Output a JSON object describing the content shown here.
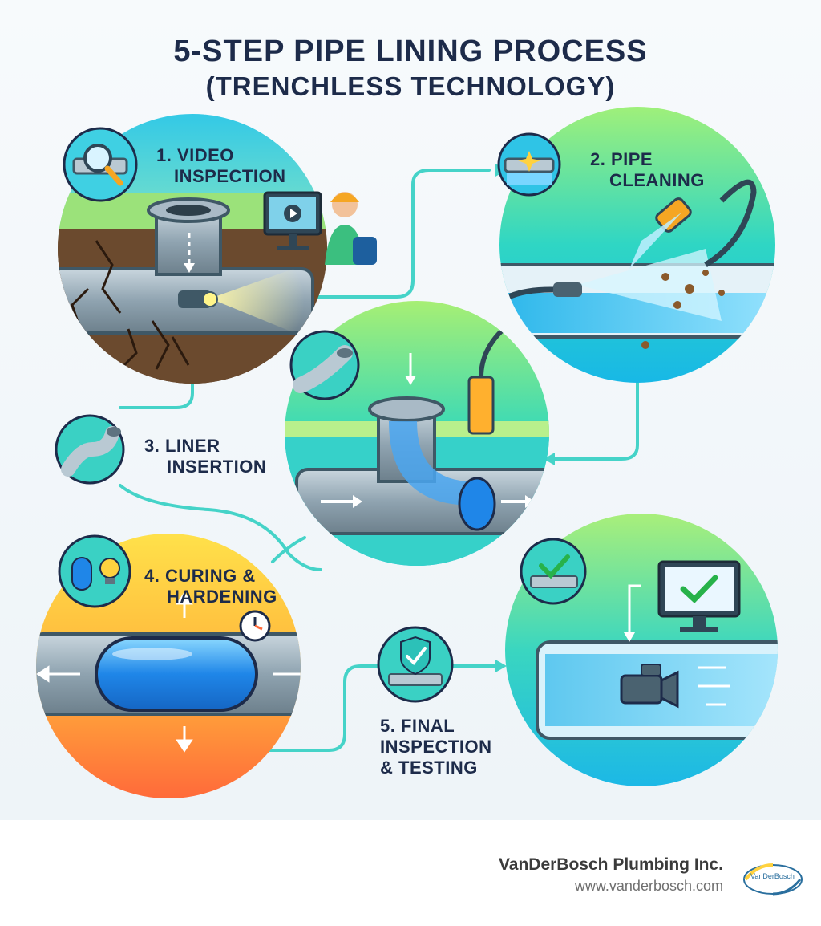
{
  "title": {
    "line1": "5-STEP PIPE LINING PROCESS",
    "line2": "(TRENCHLESS TECHNOLOGY)"
  },
  "steps": [
    {
      "line1": "1. VIDEO",
      "line2": "INSPECTION"
    },
    {
      "line1": "2. PIPE",
      "line2": "CLEANING"
    },
    {
      "line1": "3. LINER",
      "line2": "INSERTION"
    },
    {
      "line1": "4. CURING &",
      "line2": "HARDENING"
    },
    {
      "line1": "5. FINAL",
      "line2": "INSPECTION",
      "line3": "& TESTING"
    }
  ],
  "footer": {
    "company": "VanDerBosch Plumbing Inc.",
    "url": "www.vanderbosch.com",
    "logo_text": "VanDerBosch"
  },
  "colors": {
    "title": "#1d2b4a",
    "flow_line": "#3fd6c9",
    "teal": "#1fc7d9",
    "green": "#7fe36a",
    "orange": "#ff8a3d",
    "yellow": "#ffd23f"
  },
  "icons": [
    "magnifier-pipe-icon",
    "sparkle-pipe-icon",
    "liner-tube-icon",
    "capsule-bulb-icon",
    "shield-check-pipe-icon",
    "monitor-check-icon",
    "camera-icon",
    "clock-icon",
    "worker-icon"
  ]
}
